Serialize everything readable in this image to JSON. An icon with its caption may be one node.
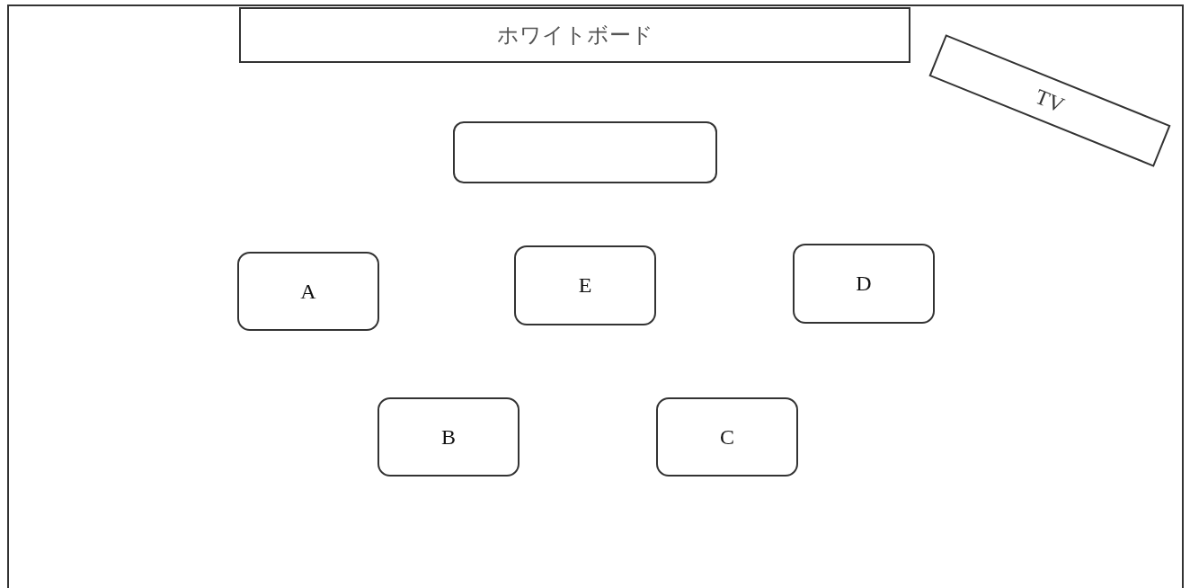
{
  "diagram": {
    "nodes": [
      {
        "text": [
          "ホワイトボード"
        ]
      },
      {
        "text": [
          "TV"
        ]
      },
      {
        "text": [],
        "shape": "box"
      },
      {
        "text": [
          "A"
        ]
      },
      {
        "text": [
          "E"
        ]
      },
      {
        "text": [
          "D"
        ]
      },
      {
        "text": [
          "B"
        ]
      },
      {
        "text": [
          "C"
        ]
      }
    ]
  }
}
